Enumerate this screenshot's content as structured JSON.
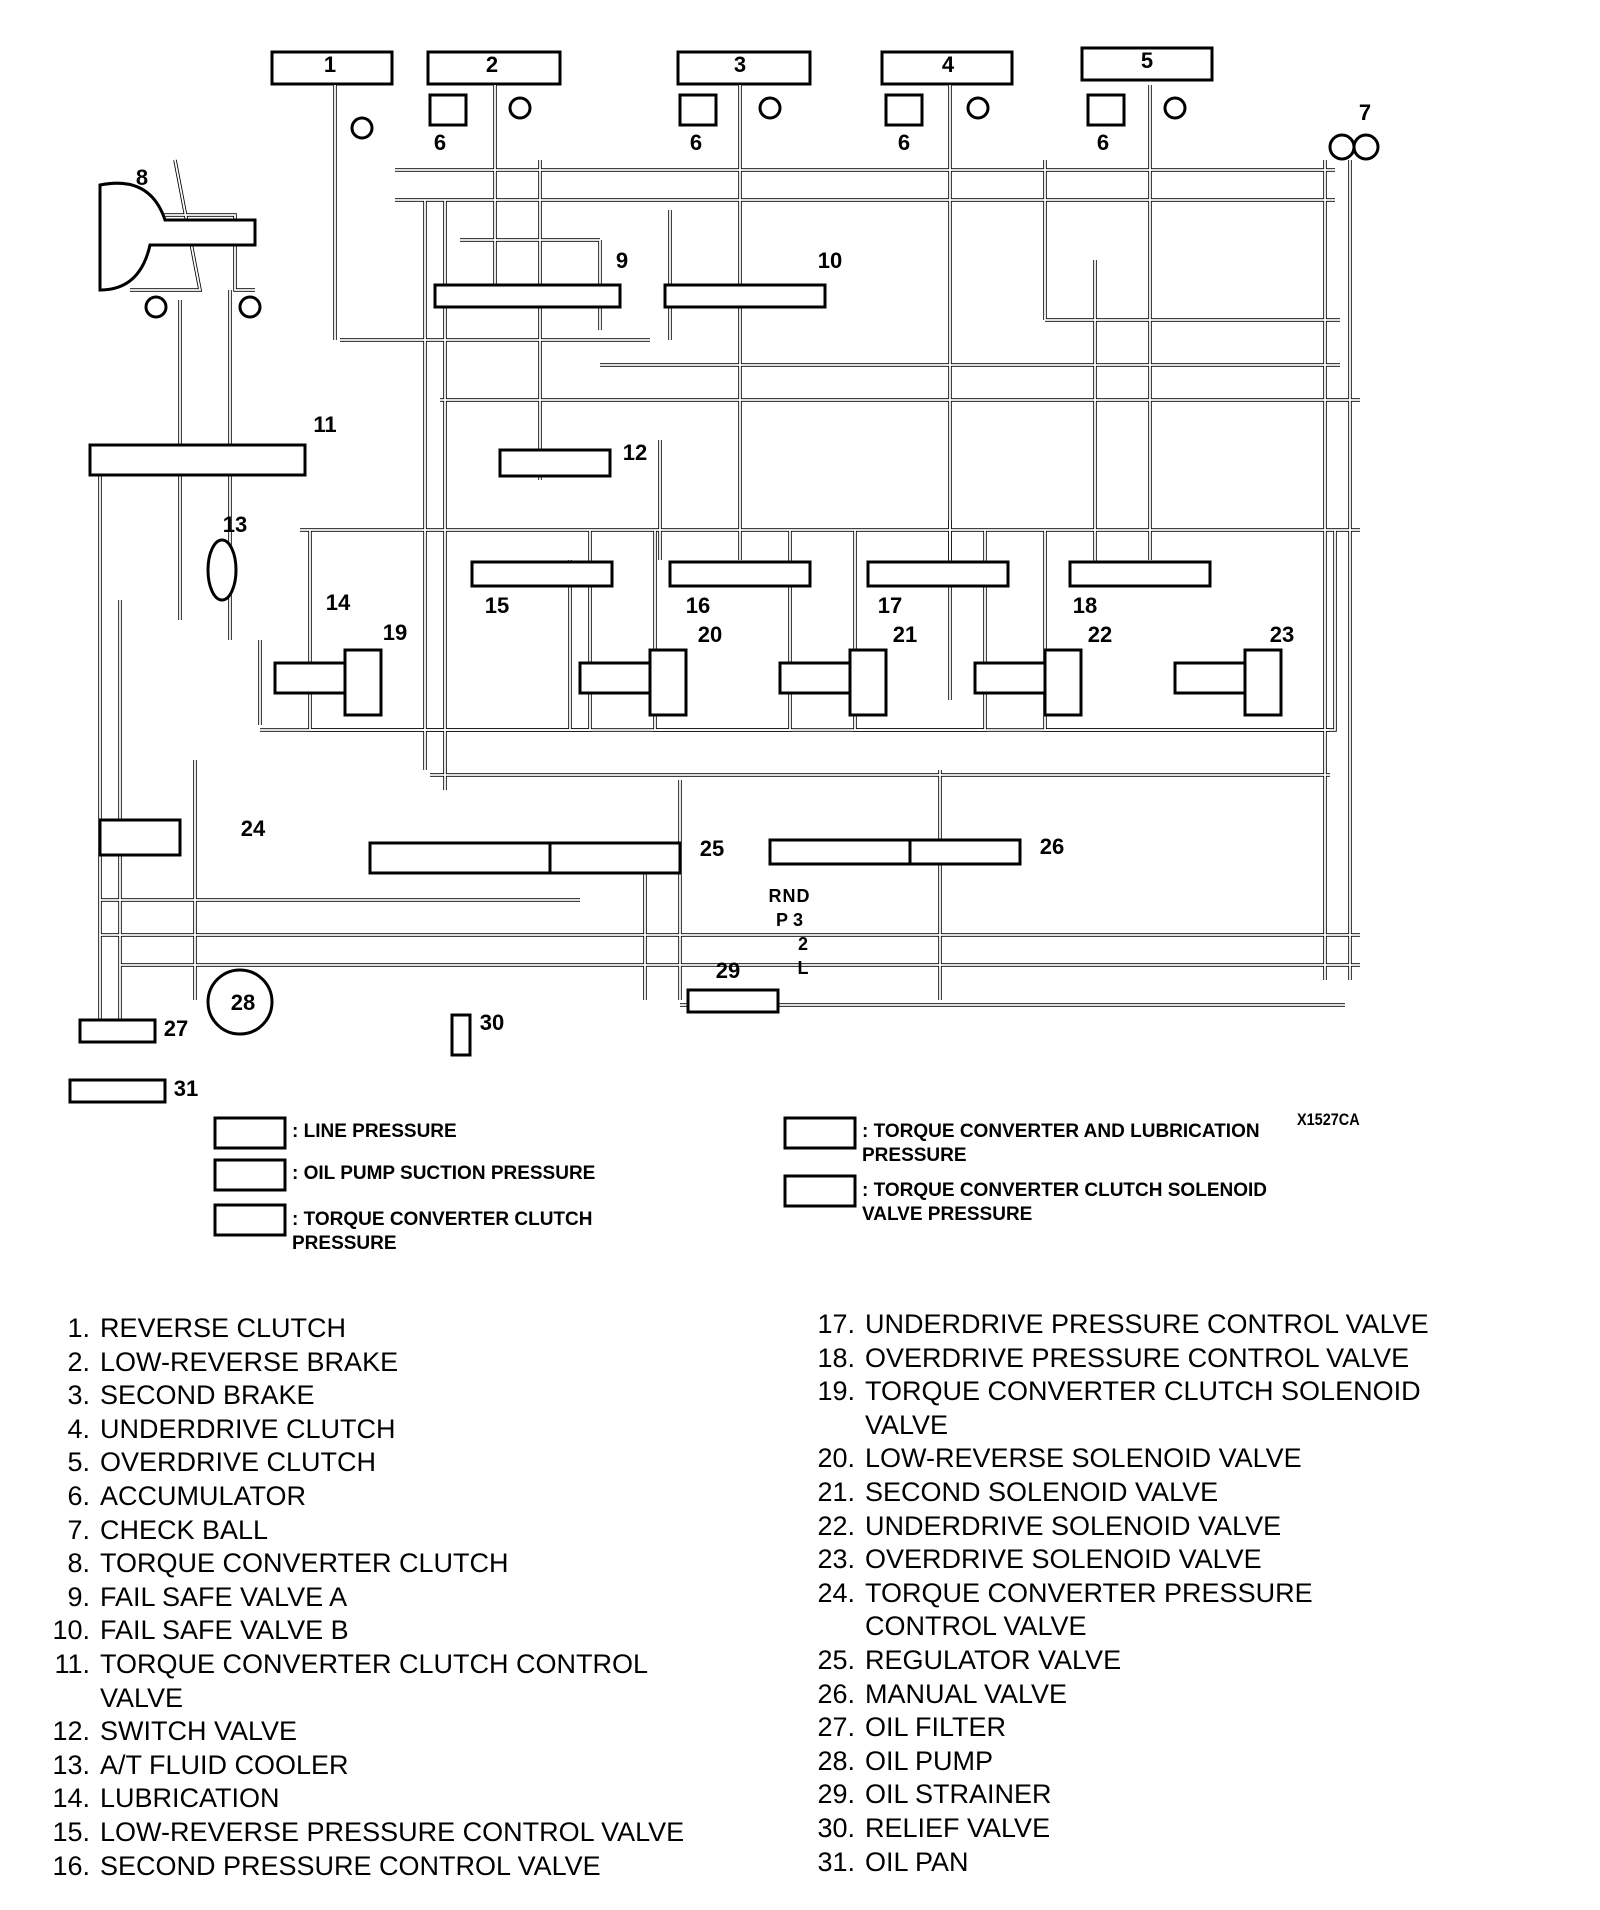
{
  "diagram": {
    "code": "X1527CA",
    "callouts": [
      "1",
      "2",
      "3",
      "4",
      "5",
      "6",
      "7",
      "8",
      "9",
      "10",
      "11",
      "12",
      "13",
      "14",
      "15",
      "16",
      "17",
      "18",
      "19",
      "20",
      "21",
      "22",
      "23",
      "24",
      "25",
      "26",
      "28",
      "29",
      "30",
      "27",
      "31"
    ],
    "selector_positions": [
      "R",
      "N",
      "D",
      "P",
      "3",
      "2",
      "L"
    ]
  },
  "legend": {
    "line_pressure": ": LINE PRESSURE",
    "suction_pressure": ": OIL PUMP SUCTION PRESSURE",
    "tcc_pressure": ": TORQUE CONVERTER CLUTCH\nPRESSURE",
    "tc_lube_pressure": ": TORQUE CONVERTER AND LUBRICATION\nPRESSURE",
    "tcc_solenoid_pressure": ": TORQUE CONVERTER CLUTCH SOLENOID\nVALVE PRESSURE"
  },
  "parts_left": [
    {
      "num": "1.",
      "name": "REVERSE CLUTCH"
    },
    {
      "num": "2.",
      "name": "LOW-REVERSE BRAKE"
    },
    {
      "num": "3.",
      "name": "SECOND BRAKE"
    },
    {
      "num": "4.",
      "name": "UNDERDRIVE CLUTCH"
    },
    {
      "num": "5.",
      "name": "OVERDRIVE CLUTCH"
    },
    {
      "num": "6.",
      "name": "ACCUMULATOR"
    },
    {
      "num": "7.",
      "name": "CHECK BALL"
    },
    {
      "num": "8.",
      "name": "TORQUE CONVERTER CLUTCH"
    },
    {
      "num": "9.",
      "name": "FAIL SAFE VALVE A"
    },
    {
      "num": "10.",
      "name": "FAIL SAFE VALVE B"
    },
    {
      "num": "11.",
      "name": "TORQUE CONVERTER CLUTCH CONTROL\nVALVE"
    },
    {
      "num": "12.",
      "name": "SWITCH VALVE"
    },
    {
      "num": "13.",
      "name": "A/T FLUID COOLER"
    },
    {
      "num": "14.",
      "name": "LUBRICATION"
    },
    {
      "num": "15.",
      "name": "LOW-REVERSE PRESSURE CONTROL VALVE"
    },
    {
      "num": "16.",
      "name": "SECOND PRESSURE CONTROL VALVE"
    }
  ],
  "parts_right": [
    {
      "num": "17.",
      "name": "UNDERDRIVE PRESSURE CONTROL VALVE"
    },
    {
      "num": "18.",
      "name": "OVERDRIVE PRESSURE CONTROL VALVE"
    },
    {
      "num": "19.",
      "name": "TORQUE CONVERTER CLUTCH SOLENOID\nVALVE"
    },
    {
      "num": "20.",
      "name": "LOW-REVERSE SOLENOID VALVE"
    },
    {
      "num": "21.",
      "name": "SECOND SOLENOID VALVE"
    },
    {
      "num": "22.",
      "name": "UNDERDRIVE SOLENOID VALVE"
    },
    {
      "num": "23.",
      "name": "OVERDRIVE SOLENOID VALVE"
    },
    {
      "num": "24.",
      "name": "TORQUE CONVERTER PRESSURE\nCONTROL VALVE"
    },
    {
      "num": "25.",
      "name": "REGULATOR VALVE"
    },
    {
      "num": "26.",
      "name": "MANUAL VALVE"
    },
    {
      "num": "27.",
      "name": "OIL FILTER"
    },
    {
      "num": "28.",
      "name": "OIL PUMP"
    },
    {
      "num": "29.",
      "name": "OIL STRAINER"
    },
    {
      "num": "30.",
      "name": "RELIEF VALVE"
    },
    {
      "num": "31.",
      "name": "OIL PAN"
    }
  ]
}
